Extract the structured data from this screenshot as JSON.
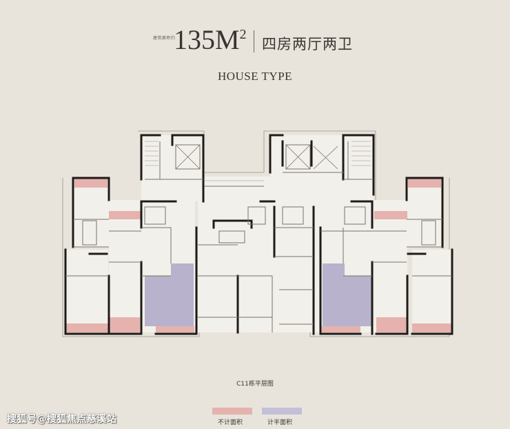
{
  "header": {
    "small_label": "建筑面积约",
    "area": "135M",
    "area_sup": "2",
    "type": "四房两厅两卫",
    "house_type": "HOUSE TYPE"
  },
  "plan": {
    "caption": "C11栋平层图"
  },
  "legend": [
    {
      "label": "不计面积",
      "color": "#e5b2ae"
    },
    {
      "label": "计半面积",
      "color": "#c4bfd8"
    }
  ],
  "colors": {
    "background": "#e8e4dc",
    "wall": "#1e1b19",
    "room": "#f2f0ea",
    "excluded_area": "#e5b2ae",
    "half_area": "#b8b2cc"
  },
  "watermark": "搜狐号@搜狐焦点慈溪站"
}
